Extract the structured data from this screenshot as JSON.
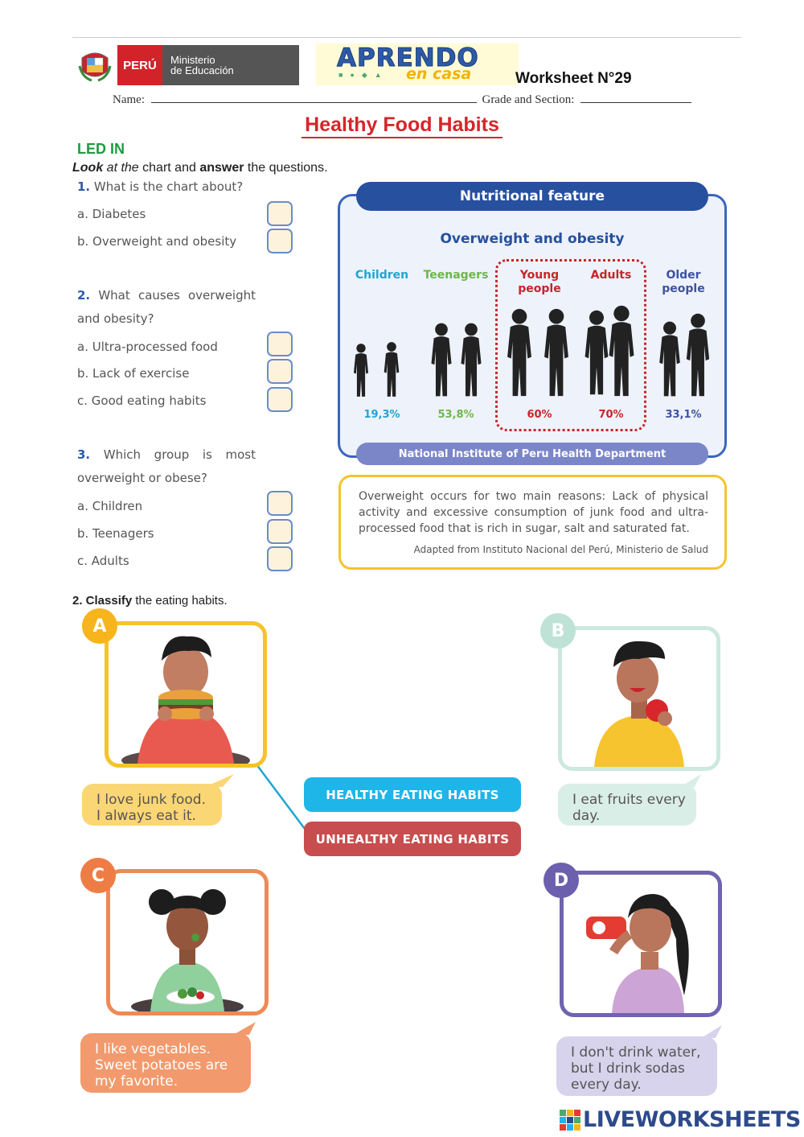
{
  "header": {
    "country": "PERÚ",
    "ministry_line1": "Ministerio",
    "ministry_line2": "de Educación",
    "aprendo": "APRENDO",
    "en_casa": "en casa",
    "worksheet": "Worksheet N°29",
    "name_label": "Name:",
    "grade_label": "Grade and Section:"
  },
  "title": "Healthy Food Habits",
  "section1": {
    "heading": "LED IN",
    "instr_look": "Look",
    "instr_at_the": " at the",
    "instr_mid": " chart and ",
    "instr_answer": "answer",
    "instr_end": " the questions."
  },
  "questions": [
    {
      "num": "1.",
      "text": " What is the chart about?",
      "options": [
        "a. Diabetes",
        "b. Overweight and obesity"
      ]
    },
    {
      "num": "2.",
      "text_line1": " What causes overweight",
      "text_line2": "and obesity?",
      "options": [
        "a. Ultra-processed food",
        "b. Lack of exercise",
        "c. Good eating habits"
      ]
    },
    {
      "num": "3.",
      "text_line1": " Which group is most",
      "text_line2": "overweight or obese?",
      "options": [
        "a. Children",
        "b. Teenagers",
        "c. Adults"
      ]
    }
  ],
  "chart": {
    "banner": "Nutritional feature",
    "subtitle": "Overweight and obesity",
    "source": "National Institute of Peru Health Department",
    "note": "Overweight occurs for two main reasons: Lack of physical activity and excessive consumption of junk food and ultra-processed food that is rich in sugar, salt and saturated fat.",
    "note_source": "Adapted from Instituto Nacional del Perú, Ministerio de Salud",
    "colors": {
      "children": "#1fa6cf",
      "teenagers": "#6db74a",
      "young": "#c8242b",
      "adults": "#c8242b",
      "older": "#3e52a3"
    }
  },
  "chart_data": {
    "type": "table",
    "categories": [
      "Children",
      "Teenagers",
      "Young people",
      "Adults",
      "Older people"
    ],
    "labels": [
      [
        "Children"
      ],
      [
        "Teenagers"
      ],
      [
        "Young",
        "people"
      ],
      [
        "Adults"
      ],
      [
        "Older",
        "people"
      ]
    ],
    "values": [
      19.3,
      53.8,
      60,
      70,
      33.1
    ],
    "value_labels": [
      "19,3%",
      "53,8%",
      "60%",
      "70%",
      "33,1%"
    ],
    "title": "Overweight and obesity"
  },
  "section2": {
    "num": "2.",
    "classify": " Classify",
    "rest": " the eating habits.",
    "cards": [
      {
        "letter": "A",
        "bubble": [
          "I love junk food.",
          "I always eat it."
        ]
      },
      {
        "letter": "B",
        "bubble": [
          "I eat fruits every",
          "day."
        ]
      },
      {
        "letter": "C",
        "bubble": [
          "I like vegetables.",
          "Sweet potatoes are",
          "my favorite."
        ]
      },
      {
        "letter": "D",
        "bubble": [
          "I don't drink water,",
          "but I drink sodas",
          "every day."
        ]
      }
    ],
    "healthy": "HEALTHY EATING HABITS",
    "unhealthy": "UNHEALTHY EATING HABITS"
  },
  "footer": {
    "brand": "LIVEWORKSHEETS"
  }
}
